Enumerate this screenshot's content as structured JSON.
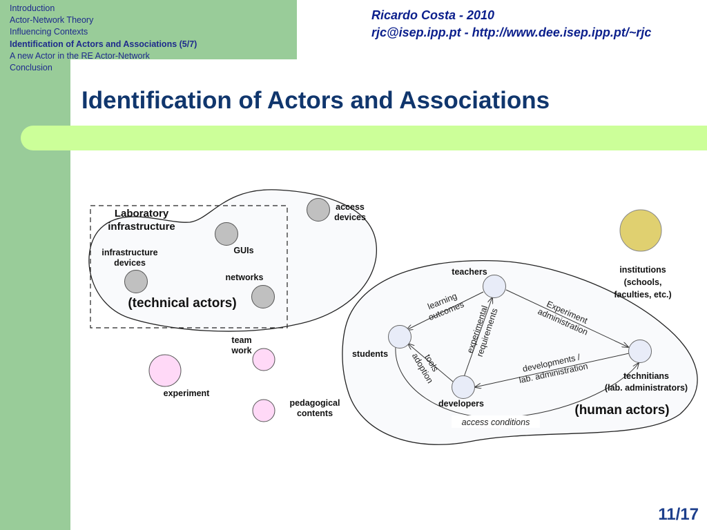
{
  "nav": {
    "items": [
      {
        "label": "Introduction",
        "active": false
      },
      {
        "label": "Actor-Network Theory",
        "active": false
      },
      {
        "label": "Influencing Contexts",
        "active": false
      },
      {
        "label": "Identification of Actors and Associations (5/7)",
        "active": true
      },
      {
        "label": "A new Actor in the RE Actor-Network",
        "active": false
      },
      {
        "label": "Conclusion",
        "active": false
      }
    ]
  },
  "header": {
    "author": "Ricardo Costa - 2010",
    "contact": "rjc@isep.ipp.pt  - http://www.dee.isep.ipp.pt/~rjc"
  },
  "title": "Identification of Actors and Associations",
  "page_number": "11/17",
  "colors": {
    "green_band": "#99cc99",
    "light_green_bar": "#ccff99",
    "title_color": "#10366d",
    "technical_node": "#c0c0c0",
    "human_node": "#e8ecf8",
    "pink_node": "#ffd9f7",
    "institution_node": "#e0d070"
  },
  "diagram": {
    "lab_infrastructure": "Laboratory\ninfrastructure",
    "technical_actors": "(technical actors)",
    "human_actors": "(human actors)",
    "nodes": {
      "infrastructure_devices": "infrastructure\ndevices",
      "guis": "GUIs",
      "networks": "networks",
      "access_devices": "access\ndevices",
      "team_work": "team\nwork",
      "experiment": "experiment",
      "pedagogical_contents": "pedagogical\ncontents",
      "institutions": "institutions\n(schools,\nfaculties, etc.)",
      "teachers": "teachers",
      "students": "students",
      "developers": "developers",
      "technitians": "technitians\n(lab. administrators)"
    },
    "edges": {
      "learning_outcomes": "learning\noutcomes",
      "experimental_requirements": "experimental\nrequirements",
      "experiment_administration": "Experiment\nadministration",
      "tools_adoption": "tools\nadoption",
      "developments_lab_admin": "developments /\nlab. administration",
      "access_conditions": "access conditions"
    }
  }
}
